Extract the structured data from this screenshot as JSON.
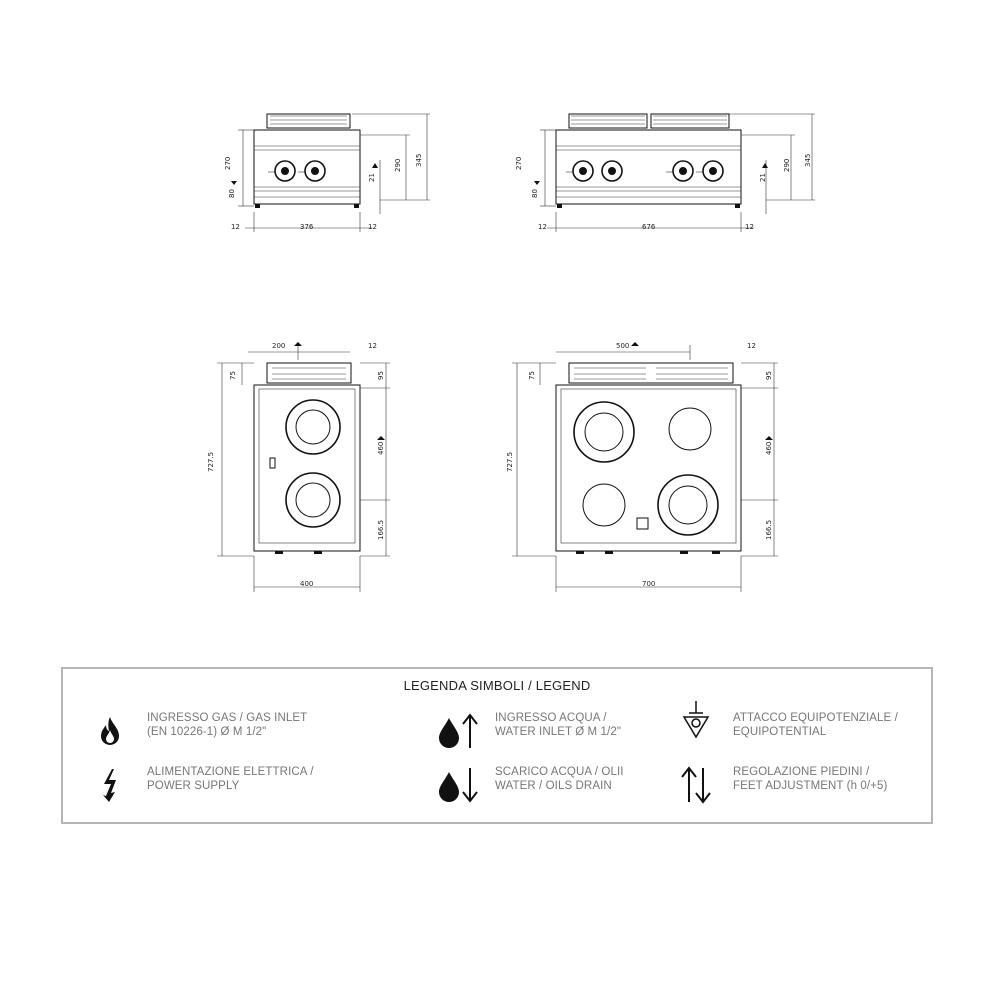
{
  "views": {
    "front_small": {
      "height_270": "270",
      "height_290": "290",
      "height_345": "345",
      "height_80": "80",
      "height_21": "21",
      "width_left": "12",
      "width_main": "376",
      "width_right": "12"
    },
    "front_large": {
      "height_270": "270",
      "height_290": "290",
      "height_345": "345",
      "height_80": "80",
      "height_21": "21",
      "width_left": "12",
      "width_main": "676",
      "width_right": "12"
    },
    "top_small": {
      "top_200": "200",
      "top_12": "12",
      "side_75": "75",
      "side_95": "95",
      "side_727": "727.5",
      "side_460": "460",
      "side_166": "166.5",
      "width_400": "400"
    },
    "top_large": {
      "top_500": "500",
      "top_12": "12",
      "side_75": "75",
      "side_95": "95",
      "side_727": "727.5",
      "side_460": "460",
      "side_166": "166.5",
      "width_700": "700"
    }
  },
  "legend": {
    "title": "LEGENDA SIMBOLI / LEGEND",
    "items": [
      {
        "icon": "gas-flame-icon",
        "text": "INGRESSO GAS / GAS INLET\n(EN 10226-1) Ø M 1/2\""
      },
      {
        "icon": "water-inlet-icon",
        "text": "INGRESSO ACQUA /\nWATER INLET Ø M 1/2\""
      },
      {
        "icon": "equipotential-icon",
        "text": "ATTACCO EQUIPOTENZIALE /\nEQUIPOTENTIAL"
      },
      {
        "icon": "power-supply-icon",
        "text": "ALIMENTAZIONE ELETTRICA /\nPOWER SUPPLY"
      },
      {
        "icon": "water-drain-icon",
        "text": "SCARICO ACQUA / OLII\nWATER / OILS DRAIN"
      },
      {
        "icon": "feet-adjustment-icon",
        "text": "REGOLAZIONE PIEDINI  /\nFEET ADJUSTMENT (h 0/+5)"
      }
    ]
  }
}
